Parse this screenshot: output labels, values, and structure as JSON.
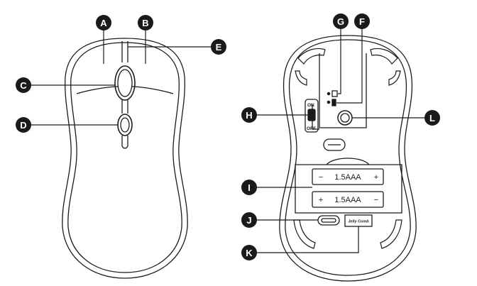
{
  "callouts": {
    "a": "A",
    "b": "B",
    "c": "C",
    "d": "D",
    "e": "E",
    "f": "F",
    "g": "G",
    "h": "H",
    "i": "I",
    "j": "J",
    "k": "K",
    "l": "L"
  },
  "switch": {
    "on_label": "ON",
    "off_label": "OFF"
  },
  "batteries": [
    {
      "label": "1.5AAA",
      "left_sign": "−",
      "right_sign": "+"
    },
    {
      "label": "1.5AAA",
      "left_sign": "+",
      "right_sign": "−"
    }
  ],
  "brand_label": "Jelly Comb",
  "colors": {
    "line": "#1a1a1a",
    "callout_fill": "#1a1a1a",
    "background": "#ffffff"
  }
}
